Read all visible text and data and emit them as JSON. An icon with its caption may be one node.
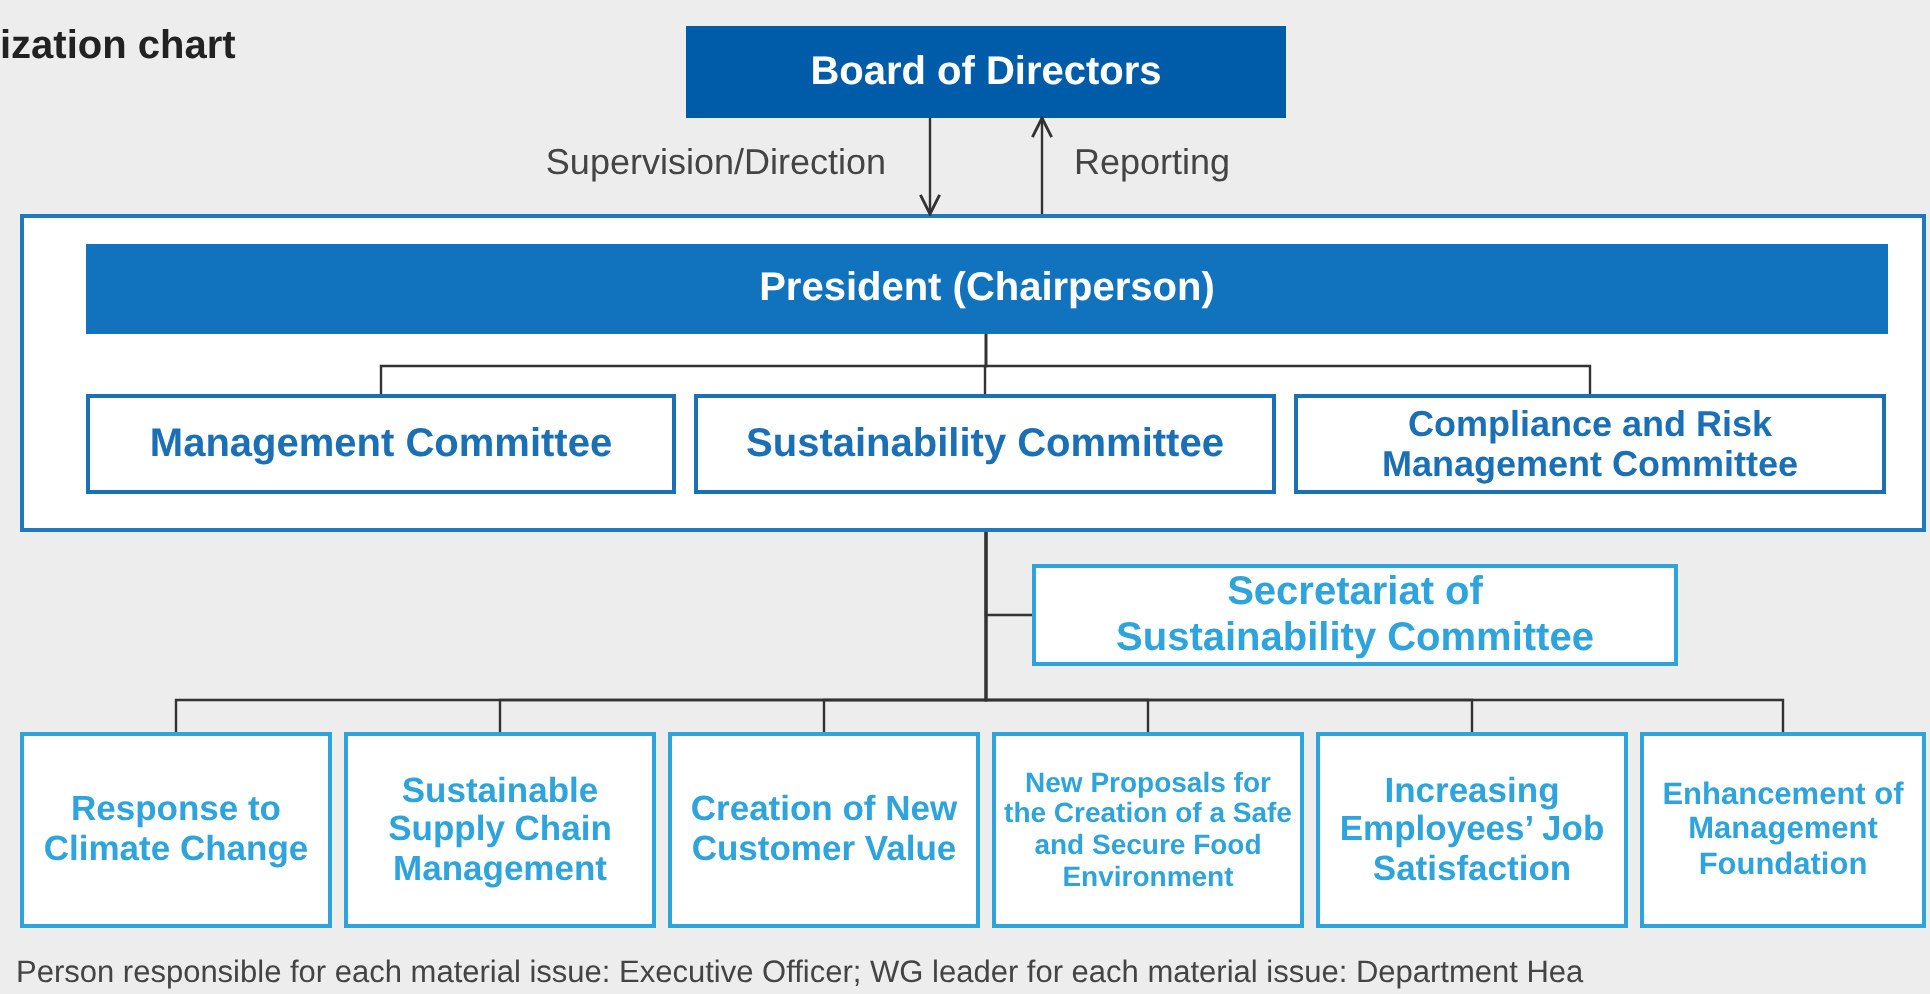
{
  "diagram": {
    "title": "ization chart",
    "nodes": [
      {
        "text": [
          "Board of Directors"
        ]
      },
      {
        "text": [],
        "shape": "box"
      },
      {
        "text": [
          "President (Chairperson)"
        ],
        "in": 1
      },
      {
        "text": [
          "Management Committee"
        ],
        "in": 1
      },
      {
        "text": [
          "Sustainability Committee"
        ],
        "in": 1
      },
      {
        "text": [
          "Compliance and Risk Management Committee"
        ],
        "in": 1
      },
      {
        "text": [
          "Secretariat of Sustainability Committee"
        ]
      },
      {
        "text": [
          "Response to Climate Change"
        ]
      },
      {
        "text": [
          "Sustainable Supply Chain Management"
        ]
      },
      {
        "text": [
          "Creation of New Customer Value"
        ]
      },
      {
        "text": [
          "New Proposals for the Creation of a Safe and Secure Food Environment"
        ]
      },
      {
        "text": [
          "Increasing Employees’ Job Satisfaction"
        ]
      },
      {
        "text": [
          "Enhancement of Management Foundation"
        ]
      }
    ],
    "edges": [
      {
        "from": 0,
        "to": 1,
        "arrow": "to",
        "label": "Supervision/Direction"
      },
      {
        "from": 1,
        "to": 0,
        "arrow": "to",
        "label": "Reporting"
      },
      {
        "from": 2,
        "to": 3,
        "arrow": "none"
      },
      {
        "from": 2,
        "to": 4,
        "arrow": "none"
      },
      {
        "from": 2,
        "to": 5,
        "arrow": "none"
      },
      {
        "from": 1,
        "to": 6,
        "arrow": "none"
      },
      {
        "from": 1,
        "to": 7,
        "arrow": "none"
      },
      {
        "from": 1,
        "to": 8,
        "arrow": "none"
      },
      {
        "from": 1,
        "to": 9,
        "arrow": "none"
      },
      {
        "from": 1,
        "to": 10,
        "arrow": "none"
      },
      {
        "from": 1,
        "to": 11,
        "arrow": "none"
      },
      {
        "from": 1,
        "to": 12,
        "arrow": "none"
      }
    ],
    "caption": "Person responsible for each material issue: Executive Officer; WG leader for each material issue: Department Hea"
  }
}
